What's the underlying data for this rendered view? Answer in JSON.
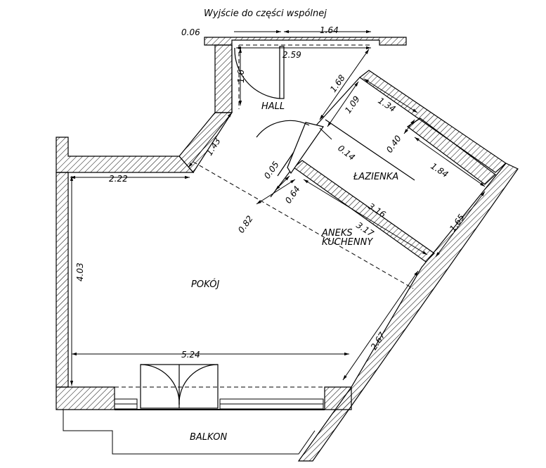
{
  "title": "Wyjście do części wspólnej",
  "rooms": {
    "hall": "HALL",
    "lazienka": "ŁAZIENKA",
    "aneks_line1": "ANEKS",
    "aneks_line2": "KUCHENNY",
    "pokoj": "POKÓJ",
    "balkon": "BALKON"
  },
  "dimensions": {
    "d_006": "0.06",
    "d_164": "1.64",
    "d_259": "2.59",
    "d_16": "1.6",
    "d_168": "1.68",
    "d_109": "1.09",
    "d_134": "1.34",
    "d_143": "1.43",
    "d_014": "0.14",
    "d_040": "0.40",
    "d_005": "0.05",
    "d_222": "2.22",
    "d_184": "1.84",
    "d_064": "0.64",
    "d_316": "3.16",
    "d_317": "3.17",
    "d_082": "0.82",
    "d_165": "1.65",
    "d_403": "4.03",
    "d_267": "2.67",
    "d_524": "5.24"
  }
}
